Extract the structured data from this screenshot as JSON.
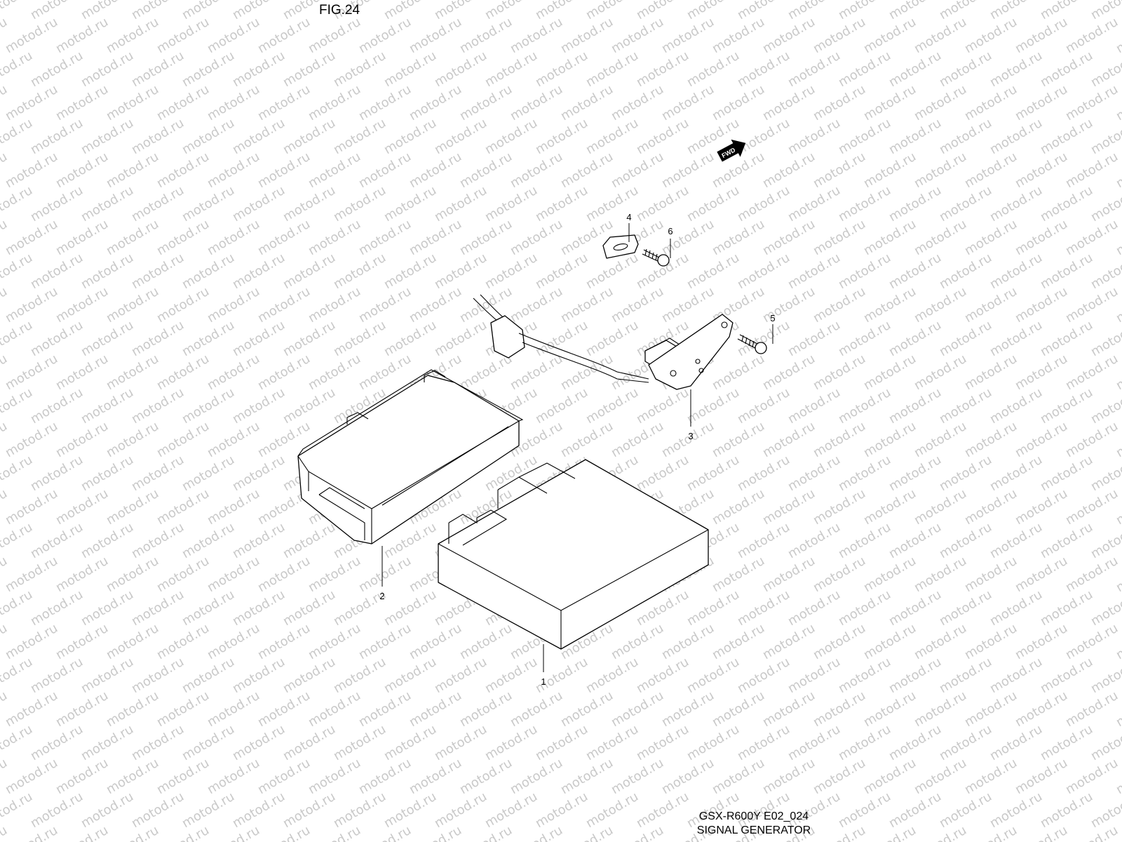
{
  "figure": {
    "title": "FIG.24",
    "model_code": "GSX-R600Y E02_024",
    "caption": "SIGNAL GENERATOR"
  },
  "watermark": {
    "text": "motod.ru"
  },
  "fwd_label": "FWD",
  "callouts": [
    {
      "id": "1",
      "label": "1"
    },
    {
      "id": "2",
      "label": "2"
    },
    {
      "id": "3",
      "label": "3"
    },
    {
      "id": "4",
      "label": "4"
    },
    {
      "id": "5",
      "label": "5"
    },
    {
      "id": "6",
      "label": "6"
    }
  ]
}
